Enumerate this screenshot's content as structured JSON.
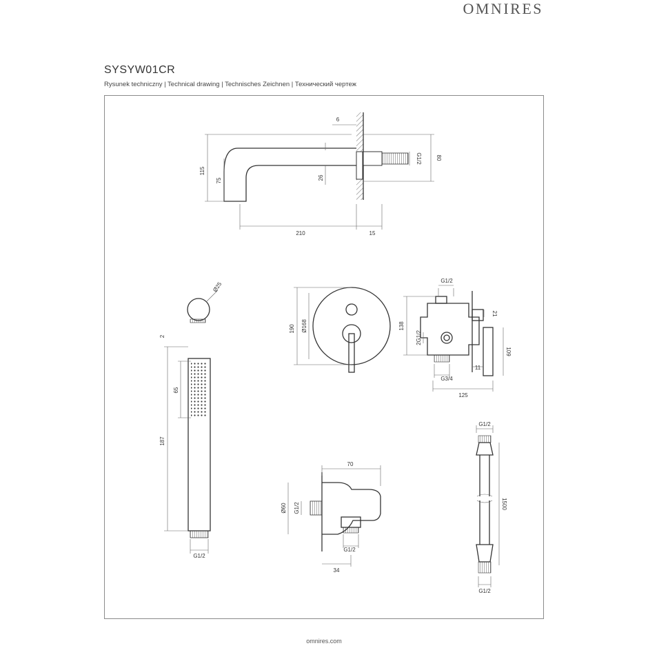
{
  "header": {
    "brand": "OMNIRES"
  },
  "title": {
    "code": "SYSYW01CR",
    "subtitle": "Rysunek techniczny | Technical drawing | Technisches Zeichnen | Технический чертеж"
  },
  "footer": {
    "url": "omnires.com"
  },
  "dimensions": {
    "spout": {
      "wall": "6",
      "pipe_thread": "G1/2",
      "outer_height": "80",
      "total_height": "115",
      "bend_height": "75",
      "nozzle": "26",
      "length": "210",
      "depth": "15"
    },
    "shower_holder": {
      "diameter": "Ø25"
    },
    "handshower": {
      "top": "2",
      "spray_length": "65",
      "length": "187",
      "thread": "G1/2"
    },
    "mixer_front": {
      "plate": "190",
      "inner": "Ø168"
    },
    "mixer_side": {
      "top_thread": "G1/2",
      "body": "138",
      "inlets": "2G1/2",
      "plate_offset": "21",
      "handle": "109",
      "bottom_thread": "G3/4",
      "gap": "11",
      "total_depth": "125"
    },
    "wall_outlet": {
      "width": "70",
      "diameter": "Ø60",
      "thread": "G1/2",
      "bottom_thread": "G1/2",
      "depth": "34"
    },
    "hose": {
      "top_thread": "G1/2",
      "length": "1500",
      "bottom_thread": "G1/2"
    }
  }
}
